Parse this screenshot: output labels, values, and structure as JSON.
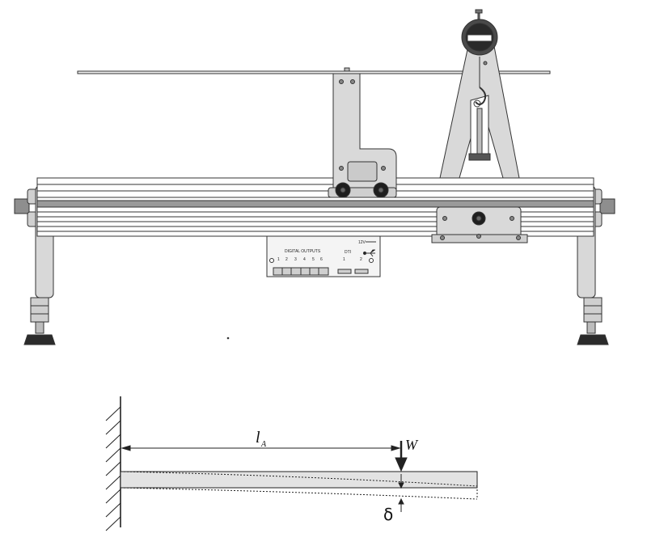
{
  "apparatus": {
    "interface_box": {
      "title": "DIGITAL OUTPUTS",
      "channels": [
        "1",
        "2",
        "3",
        "4",
        "5",
        "6"
      ],
      "power_label": "12V",
      "dti_label": "DTI",
      "dti_channels": [
        "1",
        "2"
      ]
    },
    "icons": {
      "dial_gauge": "dial-gauge-icon",
      "usb": "usb-icon"
    }
  },
  "beam_diagram": {
    "length_label": "l",
    "length_subscript": "A",
    "load_label": "W",
    "deflection_label": "δ"
  },
  "colors": {
    "frame_fill": "#dcdcdc",
    "stroke": "#333333",
    "beam_fill": "#e3e3e3"
  }
}
